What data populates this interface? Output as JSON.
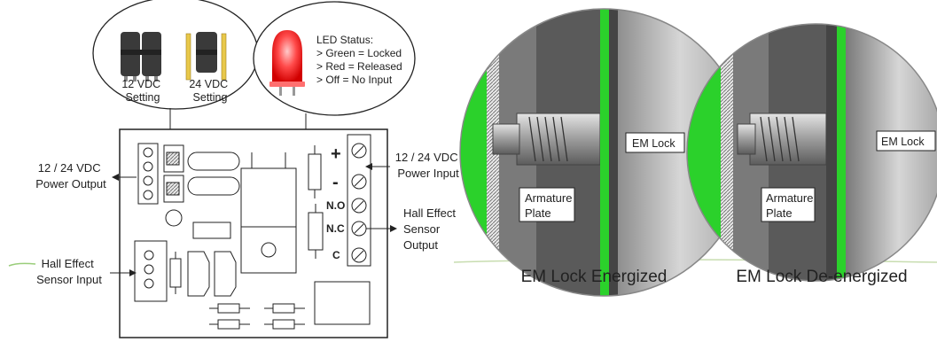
{
  "jumper_callout": {
    "setting_12": [
      "12 VDC",
      "Setting"
    ],
    "setting_24": [
      "24 VDC",
      "Setting"
    ]
  },
  "led_callout": {
    "title": "LED Status:",
    "lines": [
      "> Green = Locked",
      "> Red = Released",
      "> Off = No Input"
    ]
  },
  "board": {
    "power_output": [
      "12 / 24 VDC",
      "Power Output"
    ],
    "power_input": [
      "12 / 24 VDC",
      "Power Input"
    ],
    "hall_output": [
      "Hall Effect",
      "Sensor",
      "Output"
    ],
    "hall_input": [
      "Hall Effect",
      "Sensor Input"
    ],
    "plus": "+",
    "minus": "-",
    "no": "N.O",
    "nc": "N.C",
    "c": "C"
  },
  "lock_energized": {
    "em_lock": "EM Lock",
    "armature": [
      "Armature",
      "Plate"
    ],
    "caption": "EM Lock Energized"
  },
  "lock_deenergized": {
    "em_lock": "EM Lock",
    "armature": [
      "Armature",
      "Plate"
    ],
    "caption": "EM Lock De-energized"
  },
  "colors": {
    "green": "#2bd12b",
    "led_red": "#ff3b3b",
    "gray_dark": "#5b5b5b",
    "gray_light": "#bdbdbd"
  }
}
